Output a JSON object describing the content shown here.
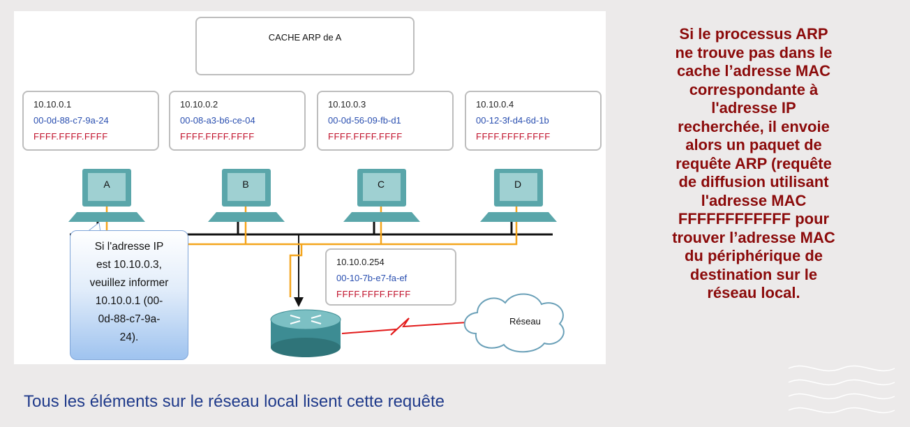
{
  "cache": {
    "title": "CACHE ARP de A"
  },
  "hosts": [
    {
      "name": "A",
      "ip": "10.10.0.1",
      "mac": "00-0d-88-c7-9a-24",
      "broadcast": "FFFF.FFFF.FFFF"
    },
    {
      "name": "B",
      "ip": "10.10.0.2",
      "mac": "00-08-a3-b6-ce-04",
      "broadcast": "FFFF.FFFF.FFFF"
    },
    {
      "name": "C",
      "ip": "10.10.0.3",
      "mac": "00-0d-56-09-fb-d1",
      "broadcast": "FFFF.FFFF.FFFF"
    },
    {
      "name": "D",
      "ip": "10.10.0.4",
      "mac": "00-12-3f-d4-6d-1b",
      "broadcast": "FFFF.FFFF.FFFF"
    }
  ],
  "router": {
    "ip": "10.10.0.254",
    "mac": "00-10-7b-e7-fa-ef",
    "broadcast": "FFFF.FFFF.FFFF"
  },
  "callout": {
    "lines": [
      "Si l'adresse IP",
      "est 10.10.0.3,",
      "veuillez informer",
      "10.10.0.1 (00-",
      "0d-88-c7-9a-",
      "24)."
    ]
  },
  "network": {
    "label": "Réseau"
  },
  "side_text": {
    "lines": [
      "Si le processus ARP",
      "ne trouve pas dans le",
      "cache l’adresse MAC",
      "correspondante à",
      "l'adresse IP",
      "recherchée, il envoie",
      "alors un paquet de",
      "requête ARP (requête",
      "de diffusion utilisant",
      "l'adresse MAC",
      "FFFFFFFFFFFF pour",
      "trouver l’adresse MAC",
      "du périphérique de",
      "destination sur le",
      "réseau local."
    ]
  },
  "bottom_text": "Tous les éléments sur le réseau local lisent cette requête",
  "colors": {
    "side_text": "#8b0a0a",
    "bottom_text": "#1f3a8a",
    "signal": "#f4a51c",
    "mac": "#2a4fb0",
    "broadcast": "#c0102a"
  }
}
